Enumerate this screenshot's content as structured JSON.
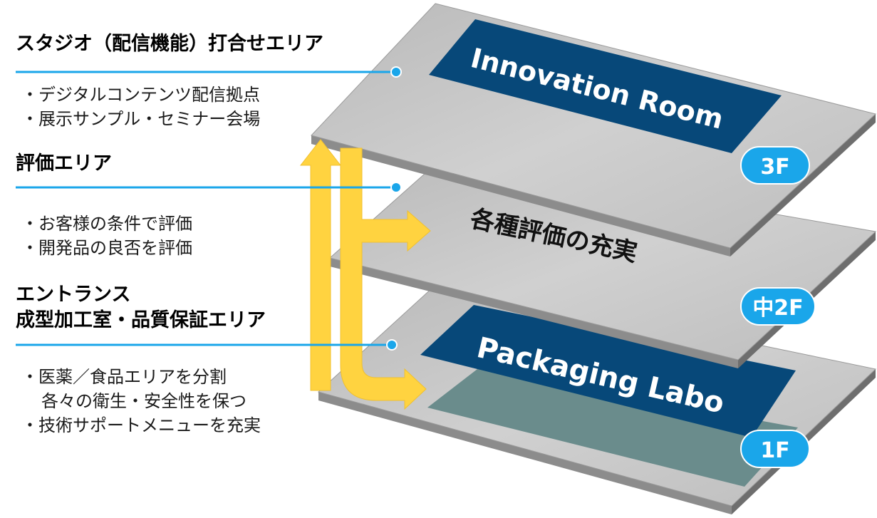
{
  "sections": [
    {
      "heading": "スタジオ（配信機能）打合せエリア",
      "bullets": [
        "・デジタルコンテンツ配信拠点",
        "・展示サンプル・セミナー会場"
      ]
    },
    {
      "heading": "評価エリア",
      "bullets": [
        "・お客様の条件で評価",
        "・開発品の良否を評価"
      ]
    },
    {
      "heading_lines": [
        "エントランス",
        "成型加工室・品質保証エリア"
      ],
      "bullets": [
        "・医薬／食品エリアを分割",
        "各々の衛生・安全性を保つ",
        "・技術サポートメニューを充実"
      ]
    }
  ],
  "floors": {
    "top": {
      "title": "Innovation Room",
      "badge": "3F"
    },
    "middle": {
      "title": "各種評価の充実",
      "badge": "中2F"
    },
    "bottom": {
      "title": "Packaging Labo",
      "badge": "1F"
    }
  },
  "colors": {
    "navy": "#074879",
    "badge": "#1aa6ea",
    "connector": "#1aa6ea",
    "arrow": "#ffd340",
    "plate": "#c8c8c8",
    "teal": "#6a8c8c"
  }
}
